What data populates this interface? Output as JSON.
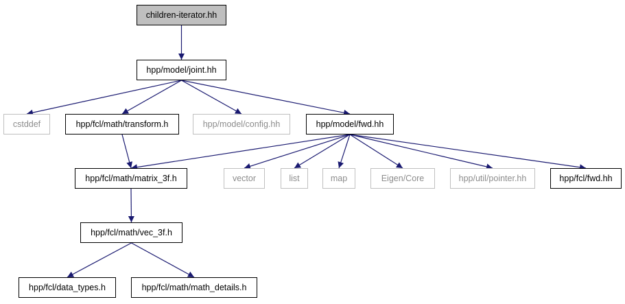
{
  "diagram": {
    "colors": {
      "edge": "#191970",
      "node_border": "#000000",
      "external_border": "#bfbfbf",
      "external_text": "#8c8c8c",
      "root_fill": "#bfbfbf"
    },
    "nodes": {
      "root": "children-iterator.hh",
      "joint": "hpp/model/joint.hh",
      "cstddef": "cstddef",
      "transform": "hpp/fcl/math/transform.h",
      "config": "hpp/model/config.hh",
      "fwd_model": "hpp/model/fwd.hh",
      "matrix3f": "hpp/fcl/math/matrix_3f.h",
      "vector": "vector",
      "list": "list",
      "map": "map",
      "eigen": "Eigen/Core",
      "pointer": "hpp/util/pointer.hh",
      "fwd_fcl": "hpp/fcl/fwd.hh",
      "vec3f": "hpp/fcl/math/vec_3f.h",
      "data_types": "hpp/fcl/data_types.h",
      "math_details": "hpp/fcl/math/math_details.h"
    },
    "edges": [
      [
        "root",
        "joint"
      ],
      [
        "joint",
        "cstddef"
      ],
      [
        "joint",
        "transform"
      ],
      [
        "joint",
        "config"
      ],
      [
        "joint",
        "fwd_model"
      ],
      [
        "transform",
        "matrix3f"
      ],
      [
        "fwd_model",
        "matrix3f"
      ],
      [
        "fwd_model",
        "vector"
      ],
      [
        "fwd_model",
        "list"
      ],
      [
        "fwd_model",
        "map"
      ],
      [
        "fwd_model",
        "eigen"
      ],
      [
        "fwd_model",
        "pointer"
      ],
      [
        "fwd_model",
        "fwd_fcl"
      ],
      [
        "matrix3f",
        "vec3f"
      ],
      [
        "vec3f",
        "data_types"
      ],
      [
        "vec3f",
        "math_details"
      ]
    ]
  }
}
